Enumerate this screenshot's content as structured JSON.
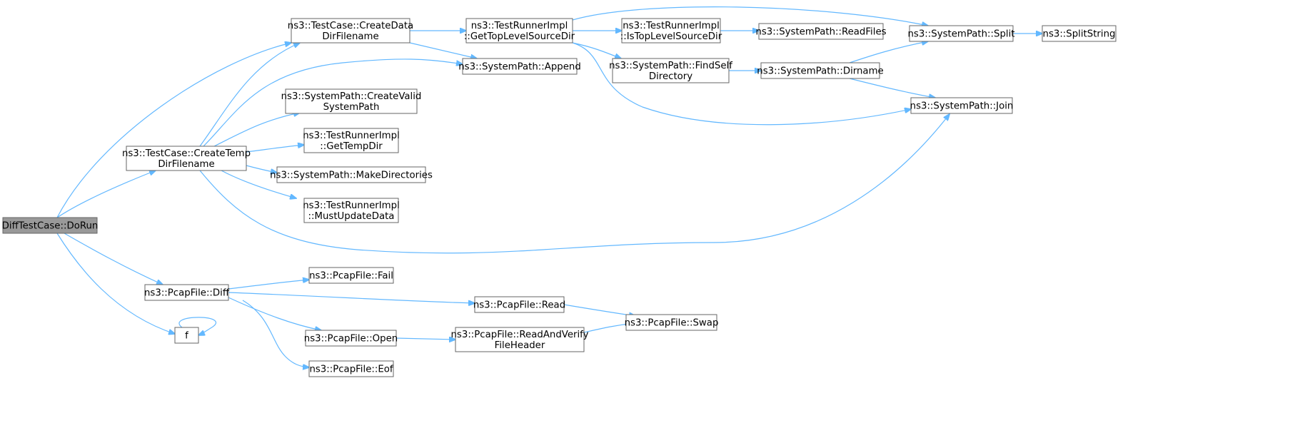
{
  "graph": {
    "edge_color": "#63b8ff",
    "root_fill": "#999999",
    "nodes": [
      {
        "id": "doRun",
        "lines": [
          "DiffTestCase::DoRun"
        ],
        "root": true
      },
      {
        "id": "createData",
        "lines": [
          "ns3::TestCase::CreateData",
          "DirFilename"
        ]
      },
      {
        "id": "createTemp",
        "lines": [
          "ns3::TestCase::CreateTemp",
          "DirFilename"
        ]
      },
      {
        "id": "pcapDiff",
        "lines": [
          "ns3::PcapFile::Diff"
        ]
      },
      {
        "id": "f",
        "lines": [
          "f"
        ]
      },
      {
        "id": "getTopLevel",
        "lines": [
          "ns3::TestRunnerImpl",
          "::GetTopLevelSourceDir"
        ]
      },
      {
        "id": "append",
        "lines": [
          "ns3::SystemPath::Append"
        ]
      },
      {
        "id": "createValid",
        "lines": [
          "ns3::SystemPath::CreateValid",
          "SystemPath"
        ]
      },
      {
        "id": "getTempDir",
        "lines": [
          "ns3::TestRunnerImpl",
          "::GetTempDir"
        ]
      },
      {
        "id": "makeDirs",
        "lines": [
          "ns3::SystemPath::MakeDirectories"
        ]
      },
      {
        "id": "mustUpdate",
        "lines": [
          "ns3::TestRunnerImpl",
          "::MustUpdateData"
        ]
      },
      {
        "id": "isTopLevel",
        "lines": [
          "ns3::TestRunnerImpl",
          "::IsTopLevelSourceDir"
        ]
      },
      {
        "id": "findSelf",
        "lines": [
          "ns3::SystemPath::FindSelf",
          "Directory"
        ]
      },
      {
        "id": "readFiles",
        "lines": [
          "ns3::SystemPath::ReadFiles"
        ]
      },
      {
        "id": "dirname",
        "lines": [
          "ns3::SystemPath::Dirname"
        ]
      },
      {
        "id": "split",
        "lines": [
          "ns3::SystemPath::Split"
        ]
      },
      {
        "id": "join",
        "lines": [
          "ns3::SystemPath::Join"
        ]
      },
      {
        "id": "splitString",
        "lines": [
          "ns3::SplitString"
        ]
      },
      {
        "id": "fail",
        "lines": [
          "ns3::PcapFile::Fail"
        ]
      },
      {
        "id": "read",
        "lines": [
          "ns3::PcapFile::Read"
        ]
      },
      {
        "id": "open",
        "lines": [
          "ns3::PcapFile::Open"
        ]
      },
      {
        "id": "eof",
        "lines": [
          "ns3::PcapFile::Eof"
        ]
      },
      {
        "id": "readAndVerify",
        "lines": [
          "ns3::PcapFile::ReadAndVerify",
          "FileHeader"
        ]
      },
      {
        "id": "swap",
        "lines": [
          "ns3::PcapFile::Swap"
        ]
      }
    ],
    "edges": [
      {
        "from": "doRun",
        "to": "createData"
      },
      {
        "from": "doRun",
        "to": "createTemp"
      },
      {
        "from": "doRun",
        "to": "pcapDiff"
      },
      {
        "from": "doRun",
        "to": "f"
      },
      {
        "from": "createData",
        "to": "getTopLevel"
      },
      {
        "from": "createData",
        "to": "append"
      },
      {
        "from": "createTemp",
        "to": "createData"
      },
      {
        "from": "createTemp",
        "to": "append"
      },
      {
        "from": "createTemp",
        "to": "createValid"
      },
      {
        "from": "createTemp",
        "to": "getTempDir"
      },
      {
        "from": "createTemp",
        "to": "makeDirs"
      },
      {
        "from": "createTemp",
        "to": "mustUpdate"
      },
      {
        "from": "createTemp",
        "to": "join"
      },
      {
        "from": "getTopLevel",
        "to": "isTopLevel"
      },
      {
        "from": "getTopLevel",
        "to": "findSelf"
      },
      {
        "from": "getTopLevel",
        "to": "split"
      },
      {
        "from": "getTopLevel",
        "to": "join"
      },
      {
        "from": "isTopLevel",
        "to": "readFiles"
      },
      {
        "from": "findSelf",
        "to": "dirname"
      },
      {
        "from": "dirname",
        "to": "split"
      },
      {
        "from": "dirname",
        "to": "join"
      },
      {
        "from": "split",
        "to": "splitString"
      },
      {
        "from": "pcapDiff",
        "to": "fail"
      },
      {
        "from": "pcapDiff",
        "to": "read"
      },
      {
        "from": "pcapDiff",
        "to": "open"
      },
      {
        "from": "pcapDiff",
        "to": "eof"
      },
      {
        "from": "open",
        "to": "readAndVerify"
      },
      {
        "from": "read",
        "to": "swap"
      },
      {
        "from": "readAndVerify",
        "to": "swap"
      },
      {
        "from": "f",
        "to": "f"
      }
    ]
  }
}
